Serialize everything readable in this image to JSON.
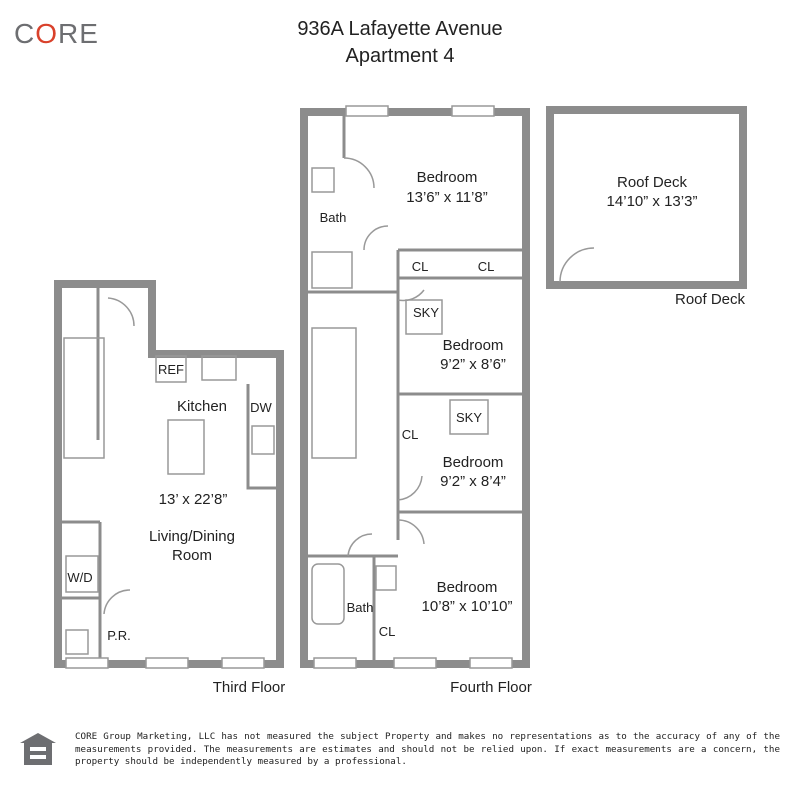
{
  "logo": "CORE",
  "title_line1": "936A Lafayette Avenue",
  "title_line2": "Apartment 4",
  "rooms": {
    "bedroom1": "Bedroom",
    "bedroom1_dim": "13’6” x 11’8”",
    "bath_upper": "Bath",
    "cl_a": "CL",
    "cl_b": "CL",
    "sky1": "SKY",
    "bedroom2": "Bedroom",
    "bedroom2_dim": "9’2” x 8’6”",
    "sky2": "SKY",
    "cl_c": "CL",
    "bedroom3": "Bedroom",
    "bedroom3_dim": "9’2” x 8’4”",
    "bath_lower": "Bath",
    "cl_d": "CL",
    "bedroom4": "Bedroom",
    "bedroom4_dim": "10’8” x 10’10”",
    "roof_deck": "Roof Deck",
    "roof_deck_dim": "14’10” x 13’3”",
    "ref": "REF",
    "kitchen": "Kitchen",
    "dw": "DW",
    "living_dim": "13’ x 22’8”",
    "living_line1": "Living/Dining",
    "living_line2": "Room",
    "wd": "W/D",
    "pr": "P.R."
  },
  "labels": {
    "roof_deck": "Roof Deck",
    "third_floor": "Third Floor",
    "fourth_floor": "Fourth Floor"
  },
  "disclaimer": "CORE Group Marketing, LLC has not measured the subject Property and makes no representations as to the accuracy of any of the measurements provided. The measurements are estimates and should not be relied upon. If exact measurements are a concern, the property should be independently measured by a professional.",
  "colors": {
    "wall": "#8c8c8c",
    "logo_accent": "#d9412b",
    "logo_gray": "#6d6e71"
  },
  "icons": {
    "equal_housing": "equal-housing-opportunity-icon"
  }
}
